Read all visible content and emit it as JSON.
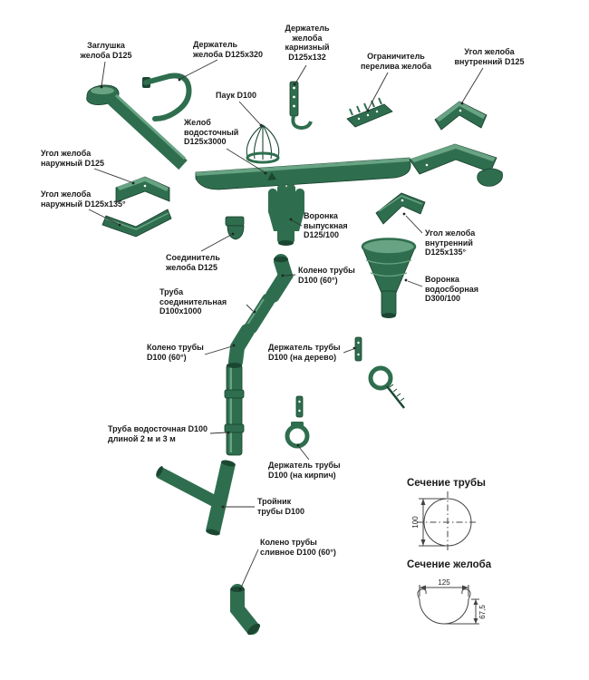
{
  "colors": {
    "part_green": "#2e6e4e",
    "part_dark": "#1b4732",
    "part_light": "#68a383",
    "outline": "#173c2a",
    "leader": "#333333",
    "technical": "#444444",
    "text": "#1a1a1a",
    "background": "#ffffff"
  },
  "labels": {
    "zaglushka_zheloba": "Заглушка\nжелоба D125",
    "derzhatel_zheloba": "Держатель\nжелоба D125x320",
    "derzhatel_karniznyj": "Держатель\nжелоба\nкарнизный\nD125x132",
    "ogranichitel": "Ограничитель\nперелива желоба",
    "ugol_vnutrennij_d125": "Угол желоба\nвнутренний D125",
    "pauk": "Паук D100",
    "zhelob": "Желоб\nводосточный\nD125x3000",
    "ugol_naruzhnyj_d125": "Угол желоба\nнаружный D125",
    "ugol_naruzhnyj_135": "Угол желоба\nнаружный D125x135°",
    "soedinitel": "Соединитель\nжелоба D125",
    "voronka_vypusknaya": "Воронка\nвыпускная\nD125/100",
    "ugol_vnutrennij_135": "Угол желоба\nвнутренний\nD125x135°",
    "koleno_truby_1": "Колено трубы\nD100 (60°)",
    "voronka_vodosbornaya": "Воронка\nводосборная\nD300/100",
    "truba_soedinitelnaya": "Труба\nсоединительная\nD100x1000",
    "koleno_truby_2": "Колено трубы\nD100 (60°)",
    "derzhatel_derevo": "Держатель трубы\nD100 (на дерево)",
    "truba_vodostochnaya": "Труба водосточная D100\nдлиной 2 м и 3 м",
    "derzhatel_kirpich": "Держатель трубы\nD100 (на кирпич)",
    "trojnik": "Тройник\nтрубы D100",
    "koleno_slivnoe": "Колено трубы\nсливное D100 (60°)"
  },
  "section_drawings": {
    "pipe": {
      "title": "Сечение трубы",
      "diameter": "100"
    },
    "gutter": {
      "title": "Сечение желоба",
      "width": "125",
      "height": "67,5"
    }
  }
}
